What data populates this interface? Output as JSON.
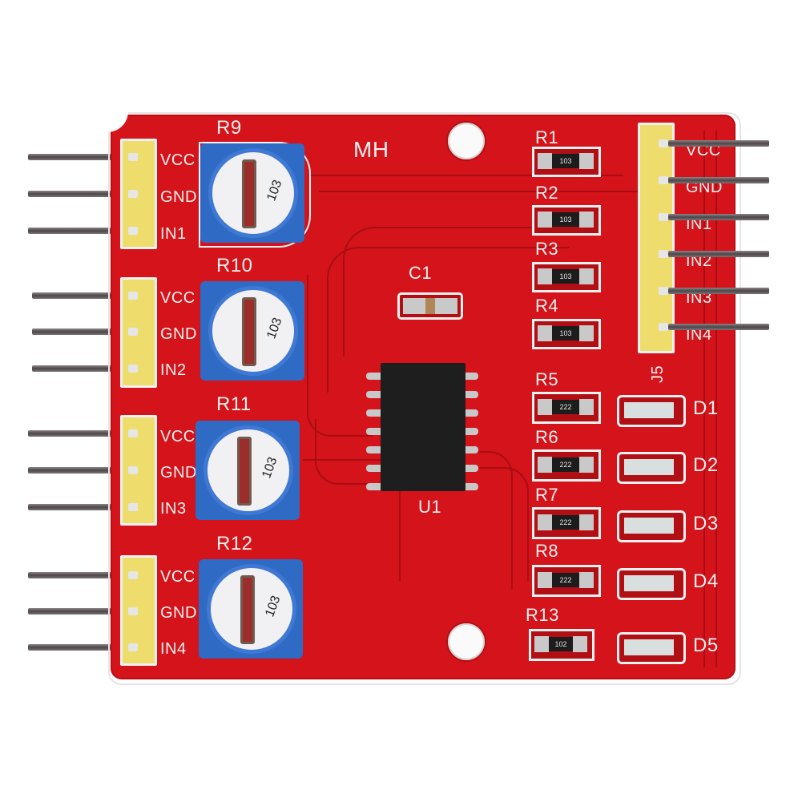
{
  "board": {
    "color": "#d4131a",
    "brand_label": "MH",
    "ic": {
      "ref": "U1",
      "package": "SOIC-14",
      "pins_per_side": 7
    },
    "capacitor": {
      "ref": "C1"
    },
    "right_header": {
      "ref": "J5",
      "pins": [
        "VCC",
        "GND",
        "IN1",
        "IN2",
        "IN3",
        "IN4"
      ]
    },
    "left_headers": [
      {
        "pins": [
          "VCC",
          "GND",
          "IN1"
        ]
      },
      {
        "pins": [
          "VCC",
          "GND",
          "IN2"
        ]
      },
      {
        "pins": [
          "VCC",
          "GND",
          "IN3"
        ]
      },
      {
        "pins": [
          "VCC",
          "GND",
          "IN4"
        ]
      }
    ],
    "potentiometers": [
      {
        "ref": "R9",
        "code": "103"
      },
      {
        "ref": "R10",
        "code": "103"
      },
      {
        "ref": "R11",
        "code": "103"
      },
      {
        "ref": "R12",
        "code": "103"
      }
    ],
    "resistors_top": [
      {
        "ref": "R1",
        "code": "103"
      },
      {
        "ref": "R2",
        "code": "103"
      },
      {
        "ref": "R3",
        "code": "103"
      },
      {
        "ref": "R4",
        "code": "103"
      }
    ],
    "resistors_led": [
      {
        "ref": "R5",
        "code": "222"
      },
      {
        "ref": "R6",
        "code": "222"
      },
      {
        "ref": "R7",
        "code": "222"
      },
      {
        "ref": "R8",
        "code": "222"
      },
      {
        "ref": "R13",
        "code": "102"
      }
    ],
    "leds": [
      {
        "ref": "D1"
      },
      {
        "ref": "D2"
      },
      {
        "ref": "D3"
      },
      {
        "ref": "D4"
      },
      {
        "ref": "D5"
      }
    ]
  }
}
